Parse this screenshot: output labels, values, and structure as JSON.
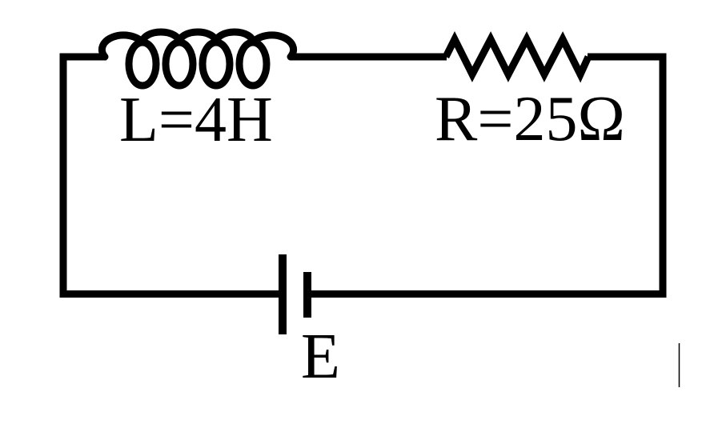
{
  "diagram": {
    "kind": "circuit-schematic"
  },
  "components": {
    "inductor": {
      "symbol": "coil-4-loops",
      "label": "L=4H"
    },
    "resistor": {
      "symbol": "zigzag",
      "label": "R=25Ω"
    },
    "battery": {
      "symbol": "cell-two-plates",
      "label": "E"
    }
  },
  "colors": {
    "line": "#000000",
    "background": "#ffffff"
  }
}
